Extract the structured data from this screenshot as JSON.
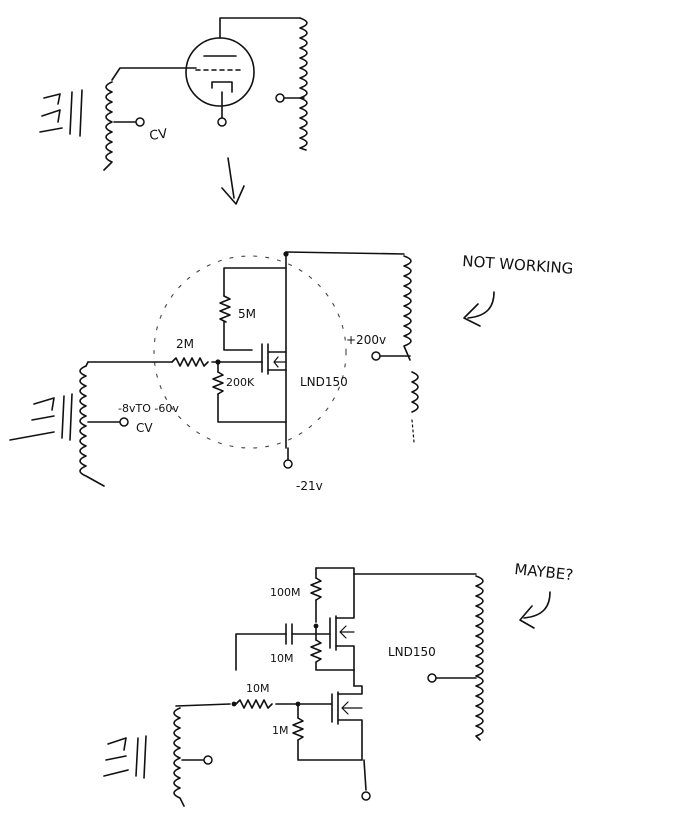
{
  "circuit_1": {
    "cv_label": "CV"
  },
  "circuit_2": {
    "resistor_2m": "2M",
    "resistor_5m": "5M",
    "resistor_200k": "200K",
    "device": "LND150",
    "supply_pos": "+200v",
    "supply_neg": "-21v",
    "cv_range": "-8vTO -60v",
    "cv_label": "CV",
    "note": "NOT WORKING"
  },
  "circuit_3": {
    "resistor_100m": "100M",
    "resistor_10m_upper": "10M",
    "resistor_10m_input": "10M",
    "resistor_1m": "1M",
    "device": "LND150",
    "note": "MAYBE?"
  }
}
